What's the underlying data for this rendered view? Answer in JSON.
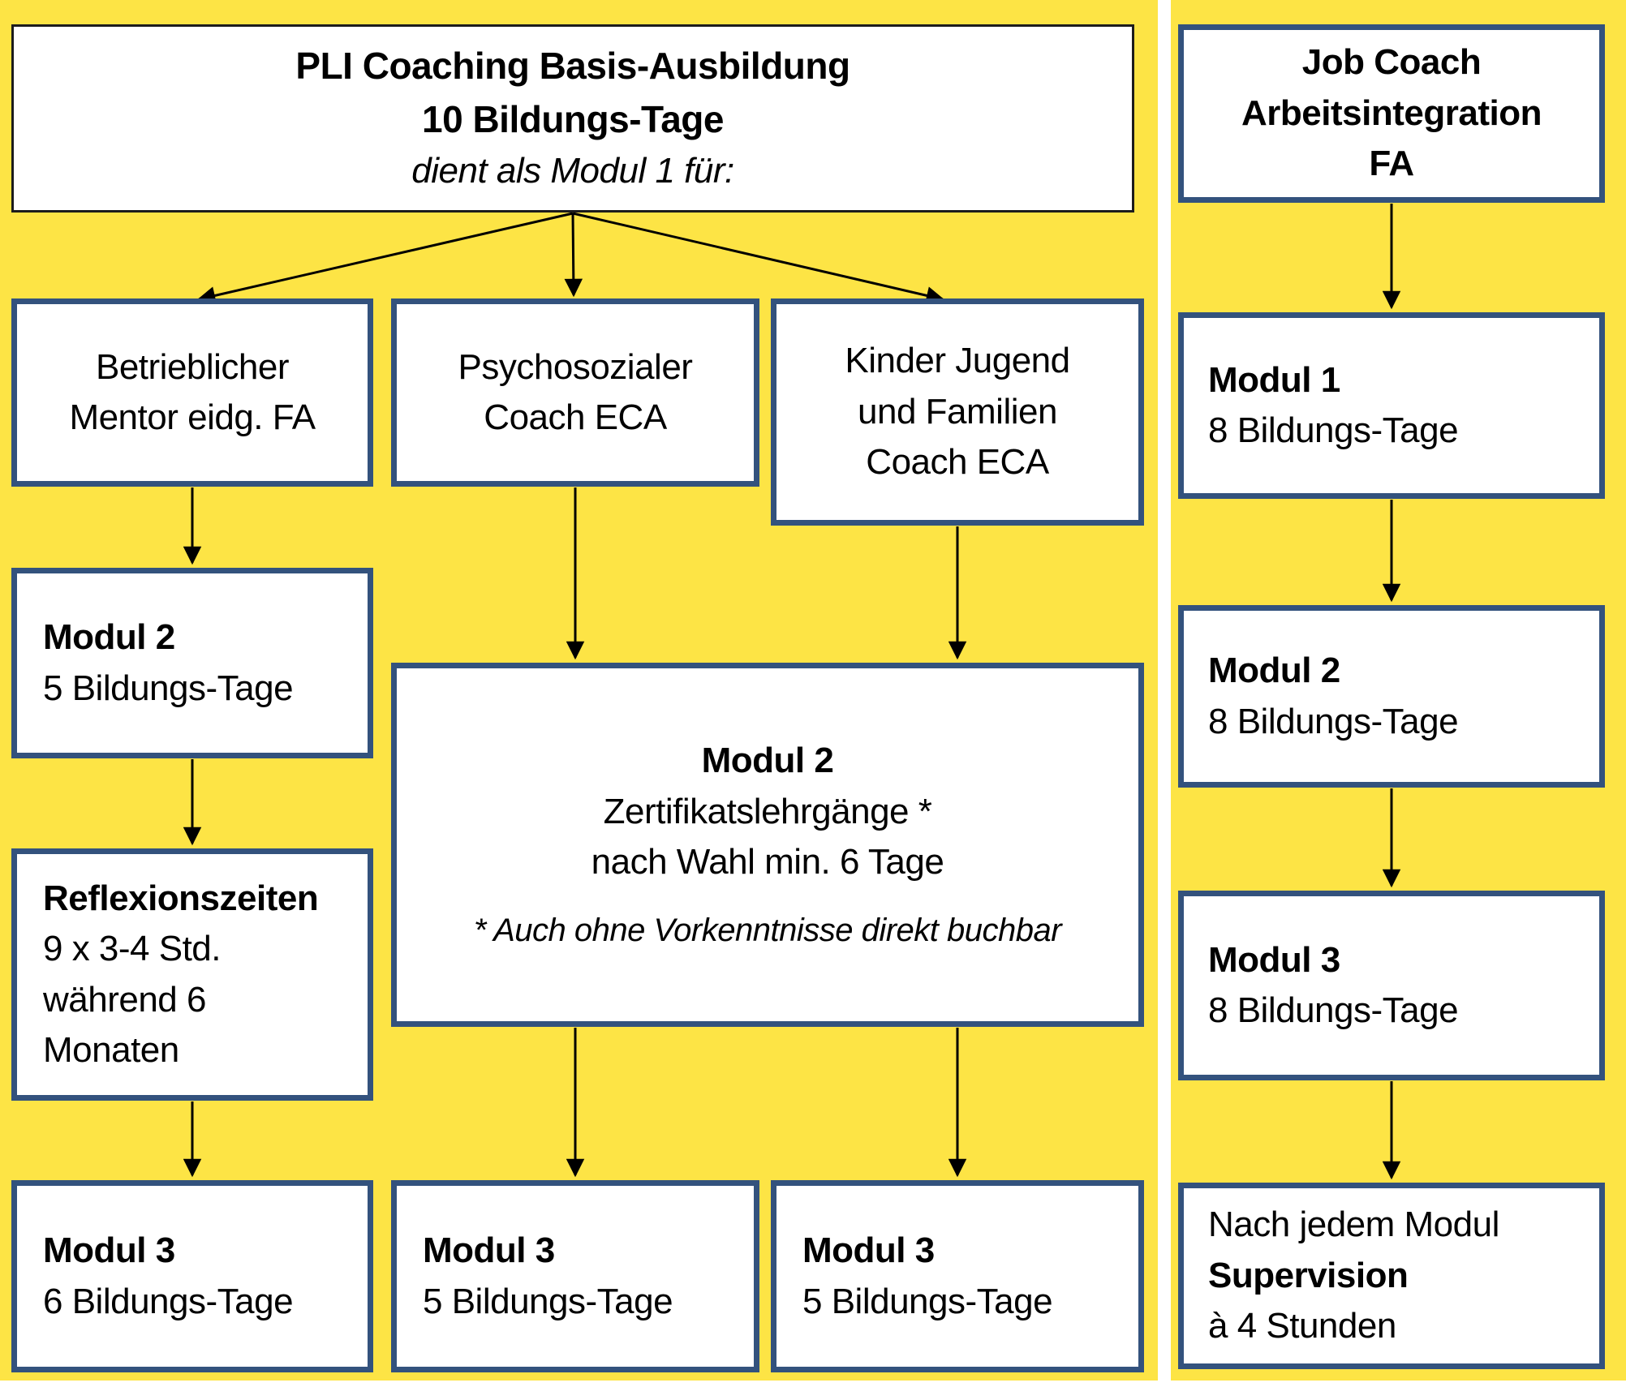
{
  "colors": {
    "background": "#FDE445",
    "box_border_blue": "#33527D",
    "title_box_border_black": "#1C1C1C",
    "box_fill": "#FFFFFF",
    "text": "#000000",
    "arrow": "#000000",
    "divider": "#FFFFFF"
  },
  "left_panel": {
    "pli_box": {
      "line1": "PLI Coaching Basis-Ausbildung",
      "line2": "10 Bildungs-Tage",
      "line3": "dient als Modul 1 für:"
    },
    "mentor_box": {
      "line1": "Betrieblicher",
      "line2": "Mentor eidg. FA"
    },
    "psychosozial_box": {
      "line1": "Psychosozialer",
      "line2": "Coach ECA"
    },
    "kinder_box": {
      "line1": "Kinder Jugend",
      "line2": "und Familien",
      "line3": "Coach ECA"
    },
    "mentor_modul2_box": {
      "title": "Modul 2",
      "subtitle": "5 Bildungs-Tage"
    },
    "reflexion_box": {
      "title": "Reflexionszeiten",
      "line2": "9 x 3-4 Std.",
      "line3": "während 6",
      "line4": "Monaten"
    },
    "mentor_modul3_box": {
      "title": "Modul 3",
      "subtitle": "6 Bildungs-Tage"
    },
    "zertifikat_box": {
      "title": "Modul 2",
      "line2": "Zertifikatslehrgänge *",
      "line3": "nach Wahl min. 6 Tage",
      "footnote": "* Auch ohne Vorkenntnisse direkt buchbar"
    },
    "psychosozial_modul3_box": {
      "title": "Modul 3",
      "subtitle": "5 Bildungs-Tage"
    },
    "kinder_modul3_box": {
      "title": "Modul 3",
      "subtitle": "5 Bildungs-Tage"
    }
  },
  "right_panel": {
    "jobcoach_box": {
      "line1": "Job Coach",
      "line2": "Arbeitsintegration",
      "line3": "FA"
    },
    "modul1_box": {
      "title": "Modul 1",
      "subtitle": "8 Bildungs-Tage"
    },
    "modul2_box": {
      "title": "Modul 2",
      "subtitle": "8 Bildungs-Tage"
    },
    "modul3_box": {
      "title": "Modul 3",
      "subtitle": "8 Bildungs-Tage"
    },
    "supervision_box": {
      "line1": "Nach jedem Modul",
      "line2": "Supervision",
      "line3": "à 4 Stunden"
    }
  }
}
